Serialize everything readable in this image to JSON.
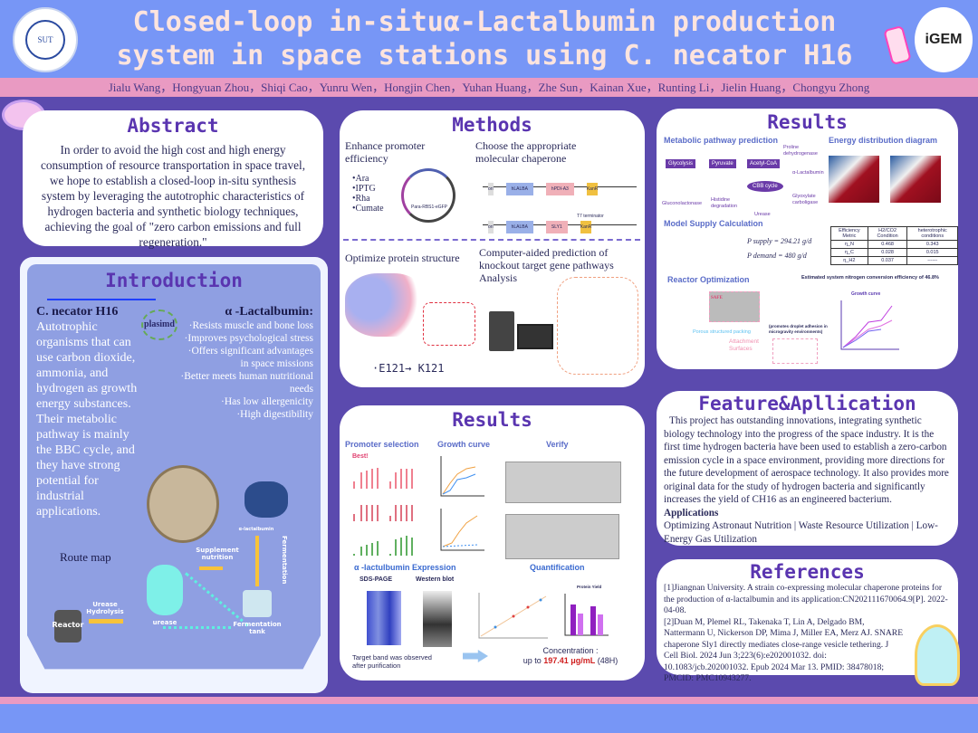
{
  "header": {
    "title_line1": "Closed-loop in-situα-Lactalbumin production",
    "title_line2": "system in space stations using C. necator H16",
    "logo_text": "SUT",
    "igem": "iGEM",
    "authors": "Jialu Wang，Hongyuan Zhou，Shiqi Cao，Yunru Wen，Hongjin Chen，Yuhan Huang，Zhe Sun，Kainan Xue，Runting Li，Jielin Huang，Chongyu Zhong"
  },
  "abstract": {
    "title": "Abstract",
    "text": "In order to avoid the high cost and high energy consumption of resource transportation in space travel, we hope to establish a closed-loop in-situ synthesis system by leveraging the autotrophic  characteristics of hydrogen bacteria and synthetic biology techniques, achieving the goal of \"zero carbon emissions and full regeneration.\""
  },
  "introduction": {
    "title": "Introduction",
    "organism": "C. necator H16",
    "organism_text": "Autotrophic organisms that can use carbon dioxide, ammonia, and hydrogen as growth energy substances. Their metabolic pathway is mainly the BBC cycle, and they have strong potential for industrial applications.",
    "protein": "α -Lactalbumin:",
    "benefits": [
      "·Resists muscle and bone loss",
      "·Improves psychological stress",
      "·Offers significant advantages in space missions",
      "·Better meets human nutritional needs",
      "·Has low allergenicity",
      "·High digestibility"
    ],
    "plasmid": "plasimd",
    "route_map": "Route map",
    "supplement": "Supplement nutrition",
    "lactalbumin_small": "α-lactalbumin",
    "fermentation": "Fermentation",
    "urease": "urease",
    "reactor": "Reactor",
    "hydrolysis": "Urease Hydrolysis",
    "tank": "Fermentation tank"
  },
  "methods": {
    "title": "Methods",
    "promoter_heading": "Enhance promoter efficiency",
    "inducers": [
      "•Ara",
      "•IPTG",
      "•Rha",
      "•Cumate"
    ],
    "plasmid_label": "Para-RBS1-eGFP",
    "chaperone_heading": "Choose the appropriate molecular chaperone",
    "construct1": [
      "ori",
      "hLALBA",
      "hPDI-A3",
      "KanR"
    ],
    "construct2": [
      "ori",
      "hLALBA",
      "SLY1",
      "KanR"
    ],
    "t7": "T7 terminator",
    "structure_heading": "Optimize protein structure",
    "mutation": "·E121→ K121",
    "prediction_heading": "Computer-aided prediction of knockout target gene pathways Analysis"
  },
  "results_right": {
    "title": "Results",
    "metabolic": "Metabolic pathway prediction",
    "energy": "Energy distribution diagram",
    "nodes": [
      "Glycolysis",
      "Pyruvate",
      "Acetyl-CoA",
      "CBB cycle"
    ],
    "side_labels": [
      "Gluconolactonase",
      "Histidine degradation",
      "Urease",
      "α-Lactalbumin",
      "Glyoxylate carboligase",
      "Proline dehydrogenase"
    ],
    "model": "Model Supply Calculation",
    "p_supply": "P supply = 294.21 g/d",
    "p_demand": "P demand = 480 g/d",
    "table": {
      "headers": [
        "Efficiency Metric",
        "H2/CO2 Condition",
        "heterotrophic conditions"
      ],
      "rows": [
        [
          "η_N",
          "0.468",
          "0.343"
        ],
        [
          "η_C",
          "0.028",
          "0.015"
        ],
        [
          "η_H2",
          "0.037",
          "------"
        ]
      ]
    },
    "nitrogen_note": "Estimated system nitrogen conversion efficiency of 46.8%",
    "reactor": "Reactor Optimization",
    "packing": "Porous structured packing",
    "packing_note": "(promotes droplet adhesion in microgravity environments)",
    "attachment": "Attachment Surfaces",
    "growth_curve": "Growth curve",
    "safe": "SAFE"
  },
  "results_mid": {
    "title": "Results",
    "promoter": "Promoter selection",
    "growth": "Growth curve",
    "verify": "Verify",
    "best": "Best!",
    "expression": "α -lactulbumin Expression",
    "sds": "SDS-PAGE",
    "western": "Western blot",
    "quant": "Quantification",
    "target_band": "Target band was observed after purification",
    "conc_label": "Concentration :",
    "conc_prefix": "up to ",
    "conc_value": "197.41 μg/mL",
    "conc_suffix": " (48H)",
    "yield_title": "Protein Yield"
  },
  "feature": {
    "title": "Feature&Apllication",
    "text": "This project has outstanding innovations, integrating synthetic biology technology into the progress of the space industry. It is the first time hydrogen bacteria have been used to establish a zero-carbon emission cycle in a space environment, providing more directions for the future development of aerospace technology. It also provides more original data for the study of hydrogen bacteria and significantly increases the yield of CH16 as an engineered bacterium.",
    "applications_heading": "Applications",
    "applications": "Optimizing Astronaut Nutrition | Waste Resource Utilization | Low-Energy Gas Utilization"
  },
  "references": {
    "title": "References",
    "items": [
      "[1]Jiangnan University. A strain co-expressing molecular chaperone proteins for the production of α-lactalbumin and its application:CN202111670064.9[P]. 2022-04-08.",
      "[2]Duan M, Plemel RL, Takenaka T, Lin A, Delgado BM, Nattermann U, Nickerson DP, Mima J, Miller EA, Merz AJ. SNARE chaperone Sly1 directly mediates close-range vesicle tethering. J Cell Biol. 2024 Jun 3;223(6):e202001032. doi: 10.1083/jcb.202001032. Epub 2024 Mar 13. PMID: 38478018; PMCID: PMC10943277."
    ]
  }
}
